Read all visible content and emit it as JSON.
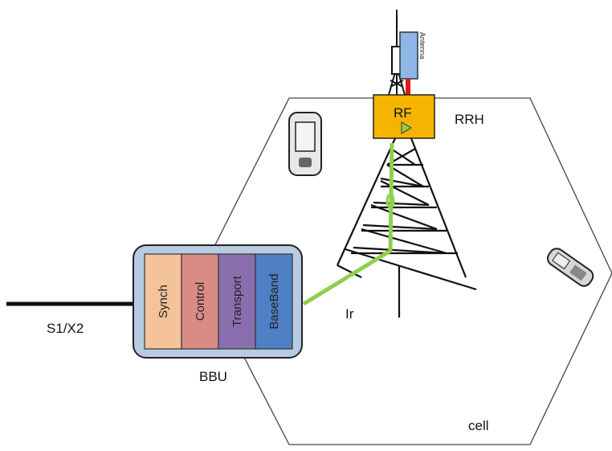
{
  "labels": {
    "antenna": "Antenna",
    "rf": "RF",
    "rrh": "RRH",
    "bbu": "BBU",
    "interface_ir": "Ir",
    "backhaul": "S1/X2",
    "cell": "cell"
  },
  "bbu_modules": [
    {
      "label": "Synch",
      "color": "#f4c39a"
    },
    {
      "label": "Control",
      "color": "#d98b86"
    },
    {
      "label": "Transport",
      "color": "#8a6fae"
    },
    {
      "label": "BaseBand",
      "color": "#4f7fc4"
    }
  ],
  "colors": {
    "ir_link": "#8fd04c",
    "rf_box": "#f5b400",
    "bbu_frame": "#b8cbe2",
    "antenna": "#8fb6e6",
    "feed": "#e01818"
  },
  "icons": [
    "pda-icon",
    "mobile-phone-icon"
  ]
}
